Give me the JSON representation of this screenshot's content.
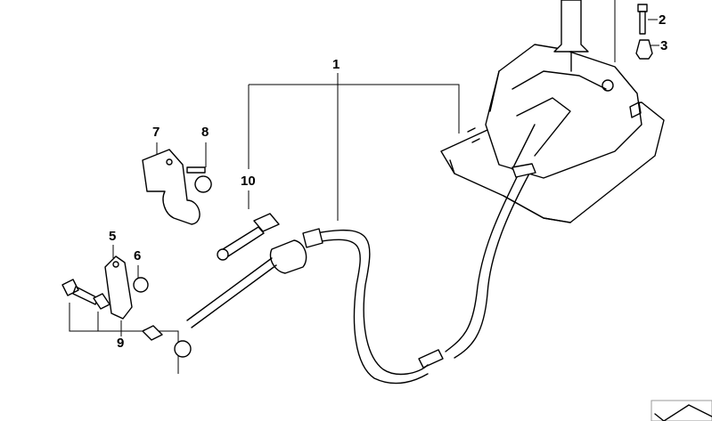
{
  "diagram": {
    "callouts": [
      {
        "id": "1",
        "label": "1"
      },
      {
        "id": "2",
        "label": "2"
      },
      {
        "id": "3",
        "label": "3"
      },
      {
        "id": "5",
        "label": "5"
      },
      {
        "id": "6",
        "label": "6"
      },
      {
        "id": "7",
        "label": "7"
      },
      {
        "id": "8",
        "label": "8"
      },
      {
        "id": "9",
        "label": "9"
      },
      {
        "id": "10",
        "label": "10"
      }
    ]
  }
}
